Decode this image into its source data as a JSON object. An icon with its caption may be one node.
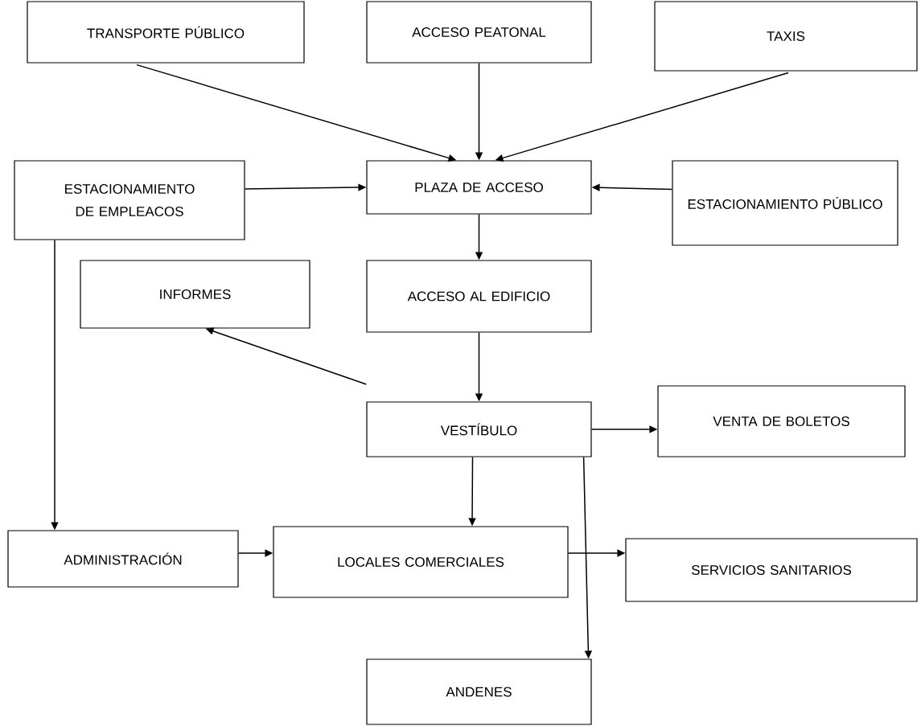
{
  "diagram": {
    "nodes": [
      {
        "text": [
          "TRANSPORTE PÚBLICO"
        ]
      },
      {
        "text": [
          "ACCESO PEATONAL"
        ]
      },
      {
        "text": [
          "TAXIS"
        ]
      },
      {
        "text": [
          "ESTACIONAMIENTO DE EMPLEACOS"
        ]
      },
      {
        "text": [
          "PLAZA DE ACCESO"
        ]
      },
      {
        "text": [
          "ESTACIONAMIENTO PÚBLICO"
        ]
      },
      {
        "text": [
          "INFORMES"
        ]
      },
      {
        "text": [
          "ACCESO AL EDIFICIO"
        ]
      },
      {
        "text": [
          "VESTÍBULO"
        ]
      },
      {
        "text": [
          "VENTA DE BOLETOS"
        ]
      },
      {
        "text": [
          "ADMINISTRACIÓN"
        ]
      },
      {
        "text": [
          "LOCALES COMERCIALES"
        ]
      },
      {
        "text": [
          "SERVICIOS SANITARIOS"
        ]
      },
      {
        "text": [
          "ANDENES"
        ]
      }
    ],
    "edges": [
      {
        "from": 0,
        "to": 4,
        "arrow": "to"
      },
      {
        "from": 1,
        "to": 4,
        "arrow": "to"
      },
      {
        "from": 2,
        "to": 4,
        "arrow": "to"
      },
      {
        "from": 3,
        "to": 4,
        "arrow": "to"
      },
      {
        "from": 5,
        "to": 4,
        "arrow": "to"
      },
      {
        "from": 4,
        "to": 7,
        "arrow": "to"
      },
      {
        "from": 7,
        "to": 8,
        "arrow": "to"
      },
      {
        "from": 8,
        "to": 6,
        "arrow": "to"
      },
      {
        "from": 8,
        "to": 9,
        "arrow": "to"
      },
      {
        "from": 8,
        "to": 11,
        "arrow": "to"
      },
      {
        "from": 8,
        "to": 13,
        "arrow": "to"
      },
      {
        "from": 3,
        "to": 10,
        "arrow": "to"
      },
      {
        "from": 10,
        "to": 11,
        "arrow": "to"
      },
      {
        "from": 11,
        "to": 12,
        "arrow": "to"
      }
    ]
  }
}
